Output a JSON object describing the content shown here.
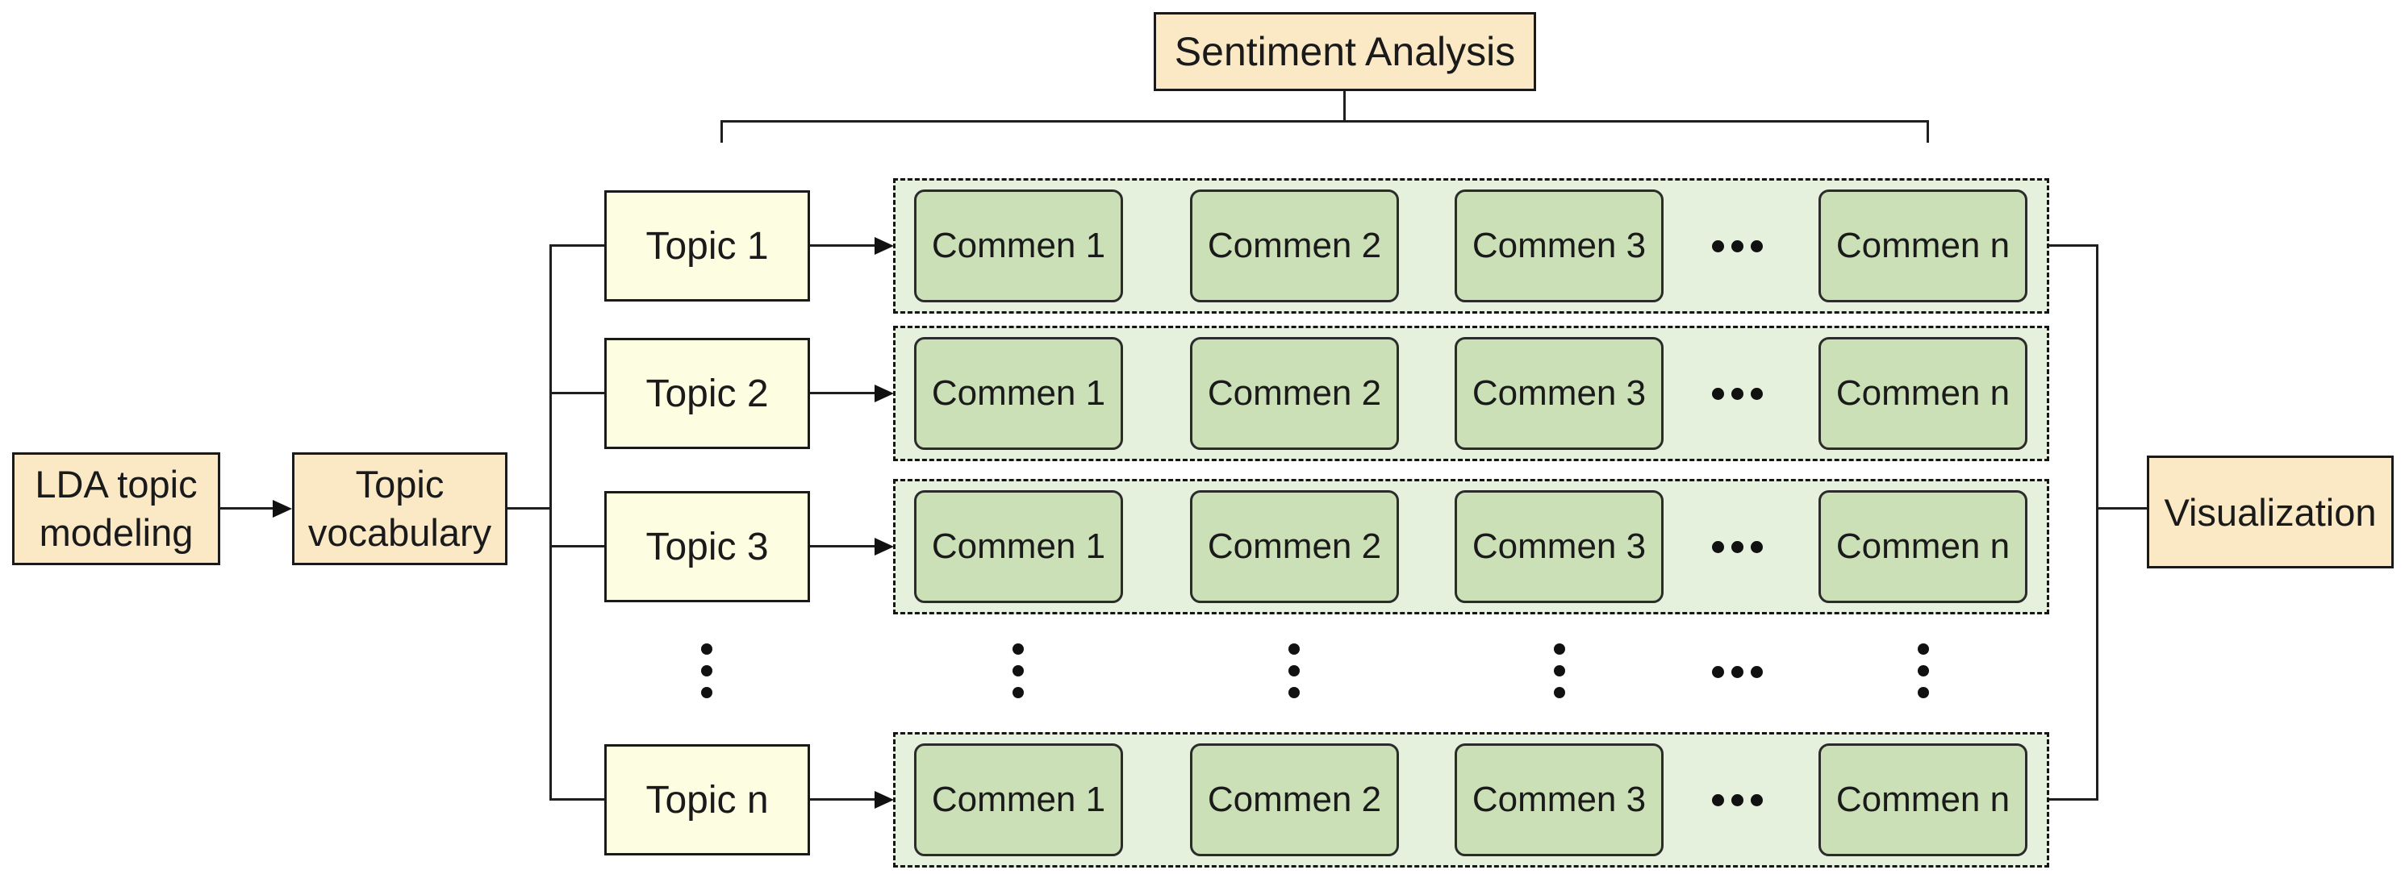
{
  "title_box": {
    "label": "Sentiment Analysis"
  },
  "pipeline": {
    "lda": {
      "line1": "LDA topic",
      "line2": "modeling"
    },
    "vocabulary": {
      "line1": "Topic",
      "line2": "vocabulary"
    },
    "visualization": {
      "label": "Visualization"
    }
  },
  "topics": [
    {
      "label": "Topic 1"
    },
    {
      "label": "Topic 2"
    },
    {
      "label": "Topic 3"
    },
    {
      "label": "Topic n"
    }
  ],
  "comment_rows": [
    {
      "comments": [
        "Commen 1",
        "Commen 2",
        "Commen 3",
        "Commen n"
      ]
    },
    {
      "comments": [
        "Commen 1",
        "Commen 2",
        "Commen 3",
        "Commen n"
      ]
    },
    {
      "comments": [
        "Commen 1",
        "Commen 2",
        "Commen 3",
        "Commen n"
      ]
    },
    {
      "comments": [
        "Commen 1",
        "Commen 2",
        "Commen 3",
        "Commen n"
      ]
    }
  ],
  "icons": {
    "horizontal_ellipsis": "three-dots-horizontal",
    "vertical_ellipsis": "three-dots-vertical"
  },
  "colors": {
    "cream_fill": "#FBE9C6",
    "pale_yellow_fill": "#FDFDE2",
    "row_fill": "#E5F0DD",
    "comment_fill": "#CBE0B7",
    "line": "#1F1F1F",
    "text": "#1A1A1A"
  }
}
